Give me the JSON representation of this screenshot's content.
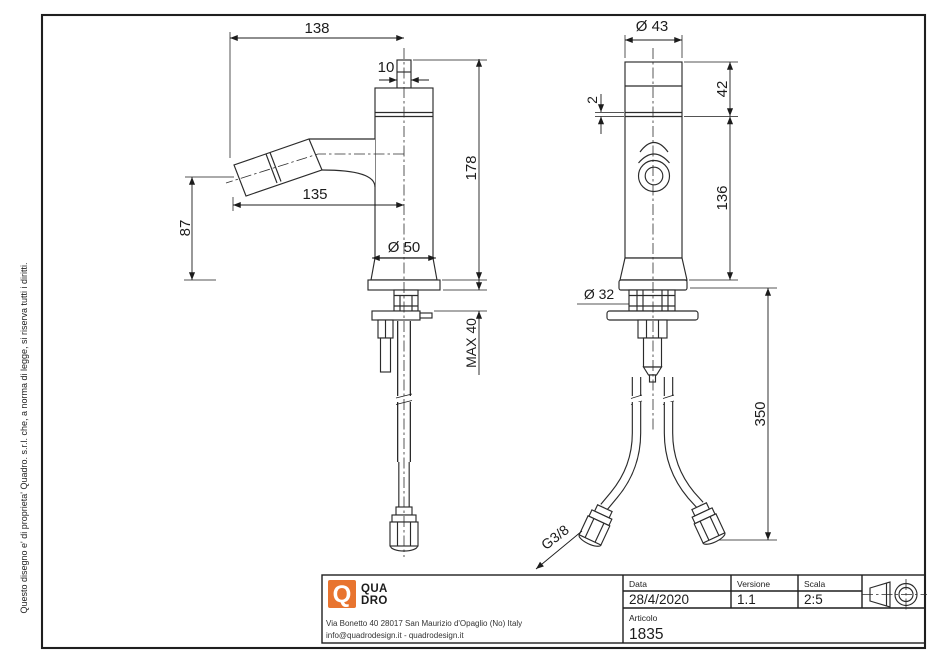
{
  "colors": {
    "accent": "#e8742f",
    "line": "#2b2b2b"
  },
  "side_note": "Questo disegno e' di proprieta' Quadro. s.r.l. che, a norma di legge, si riserva tutti i diritti.",
  "views": {
    "side": {
      "dims": {
        "reach_top": "138",
        "stem_width": "10",
        "spout_reach": "135",
        "spout_height": "87",
        "total_height": "178",
        "body_diameter": "Ø 50",
        "max_counter_thickness": "MAX 40"
      }
    },
    "front": {
      "dims": {
        "top_diameter": "Ø 43",
        "ring_gap": "2",
        "handle_height": "42",
        "body_height": "136",
        "shank_diameter": "Ø 32",
        "hose_length": "350",
        "thread_size": "G3/8"
      }
    }
  },
  "title_block": {
    "logo": {
      "mark": "Q",
      "line1": "QUA",
      "line2": "DRO"
    },
    "address_line1": "Via Bonetto 40  28017 San Maurizio d'Opaglio (No) Italy",
    "address_line2": "info@quadrodesign.it  -  quadrodesign.it",
    "fields": {
      "date_label": "Data",
      "date_value": "28/4/2020",
      "version_label": "Versione",
      "version_value": "1.1",
      "scale_label": "Scala",
      "scale_value": "2:5",
      "article_label": "Articolo",
      "article_value": "1835"
    }
  }
}
